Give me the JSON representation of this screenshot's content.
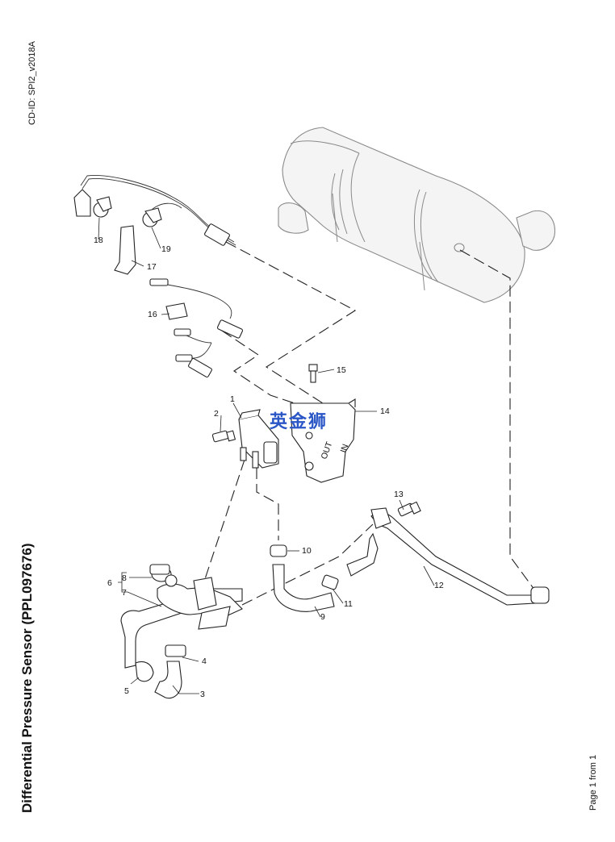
{
  "document": {
    "id": "CD-ID: SPI2_v2018A",
    "title": "Differential Pressure Sensor (PPL097676)",
    "page": "Page 1 from 1",
    "watermark": "英金狮"
  },
  "callouts": [
    "1",
    "2",
    "3",
    "4",
    "5",
    "6",
    "7",
    "8",
    "9",
    "10",
    "11",
    "12",
    "13",
    "14",
    "15",
    "16",
    "17",
    "18",
    "19"
  ],
  "sensor_labels": {
    "out": "OUT",
    "in": "IN"
  }
}
